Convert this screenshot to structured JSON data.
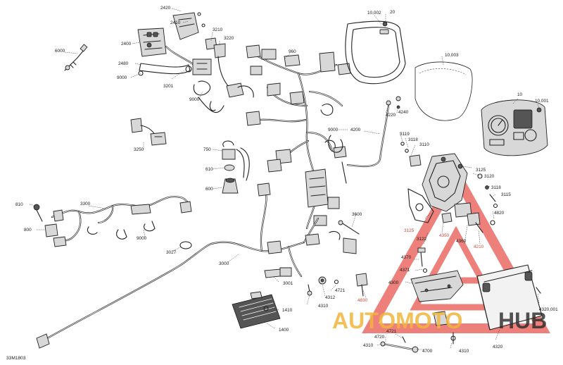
{
  "drawing_code": "33M1803",
  "colors": {
    "watermark_red": "#e4322b",
    "watermark_orange": "#f1b63c",
    "watermark_dark": "#2a2a2a",
    "line": "#222222"
  },
  "watermark": {
    "part_a": "AUTOMOTO",
    "part_b": "HUB"
  },
  "labels": {
    "p2420": "2420",
    "p2410": "2410",
    "p2400": "2400",
    "p2480": "2480",
    "p9000a": "9000",
    "p3201": "3201",
    "p3210": "3210",
    "p3220": "3220",
    "p9000b": "9000",
    "p6000": "6000",
    "p960": "960",
    "p10002": "10,002",
    "p20": "20",
    "p10003": "10,003",
    "p10": "10",
    "p10001": "10,001",
    "p4220": "4220",
    "p4240": "4240",
    "p9000c": "9000",
    "p4200": "4200",
    "p3119": "3119",
    "p3118a": "3118",
    "p3110": "3110",
    "p3125a": "3125",
    "p3120": "3120",
    "p3118b": "3118",
    "p3115": "3115",
    "p4820": "4820",
    "p3250": "3250",
    "p750": "750",
    "p610": "610",
    "p600": "600",
    "p810": "810",
    "p3300": "3300",
    "p800": "800",
    "p9000d": "9000",
    "p3027": "3027",
    "p3000": "3000",
    "p3600": "3600",
    "p3125b": "3125",
    "p3122": "3122",
    "p4350": "4350",
    "p4360": "4360",
    "p4210": "4210",
    "p4370": "4370",
    "p4371": "4371",
    "p4300": "4300",
    "p3001": "3001",
    "p4721a": "4721",
    "p4312": "4312",
    "p4310a": "4310",
    "p4830": "4830",
    "p1410": "1410",
    "p1400": "1400",
    "p4721b": "4721",
    "p4720": "4720",
    "p4310b": "4310",
    "p4700": "4700",
    "p4310c": "4310",
    "p4320": "4320",
    "p4320001": "4320,001"
  }
}
